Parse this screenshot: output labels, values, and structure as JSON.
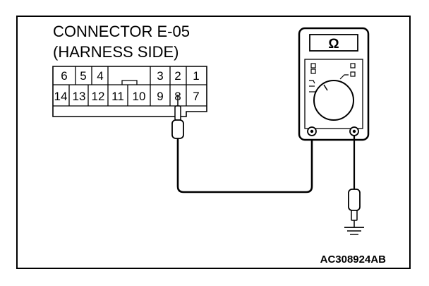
{
  "diagram": {
    "connector_title": "CONNECTOR E-05",
    "connector_subtitle": "(HARNESS SIDE)",
    "pins_top": [
      "6",
      "5",
      "4",
      "3",
      "2",
      "1"
    ],
    "pins_bottom": [
      "14",
      "13",
      "12",
      "11",
      "10",
      "9",
      "8",
      "7"
    ],
    "meter_display": "Ω",
    "figure_code": "AC308924AB"
  },
  "colors": {
    "line": "#000000",
    "background": "#ffffff"
  },
  "icons": [
    "multimeter-icon",
    "test-probe-icon",
    "ground-icon"
  ]
}
